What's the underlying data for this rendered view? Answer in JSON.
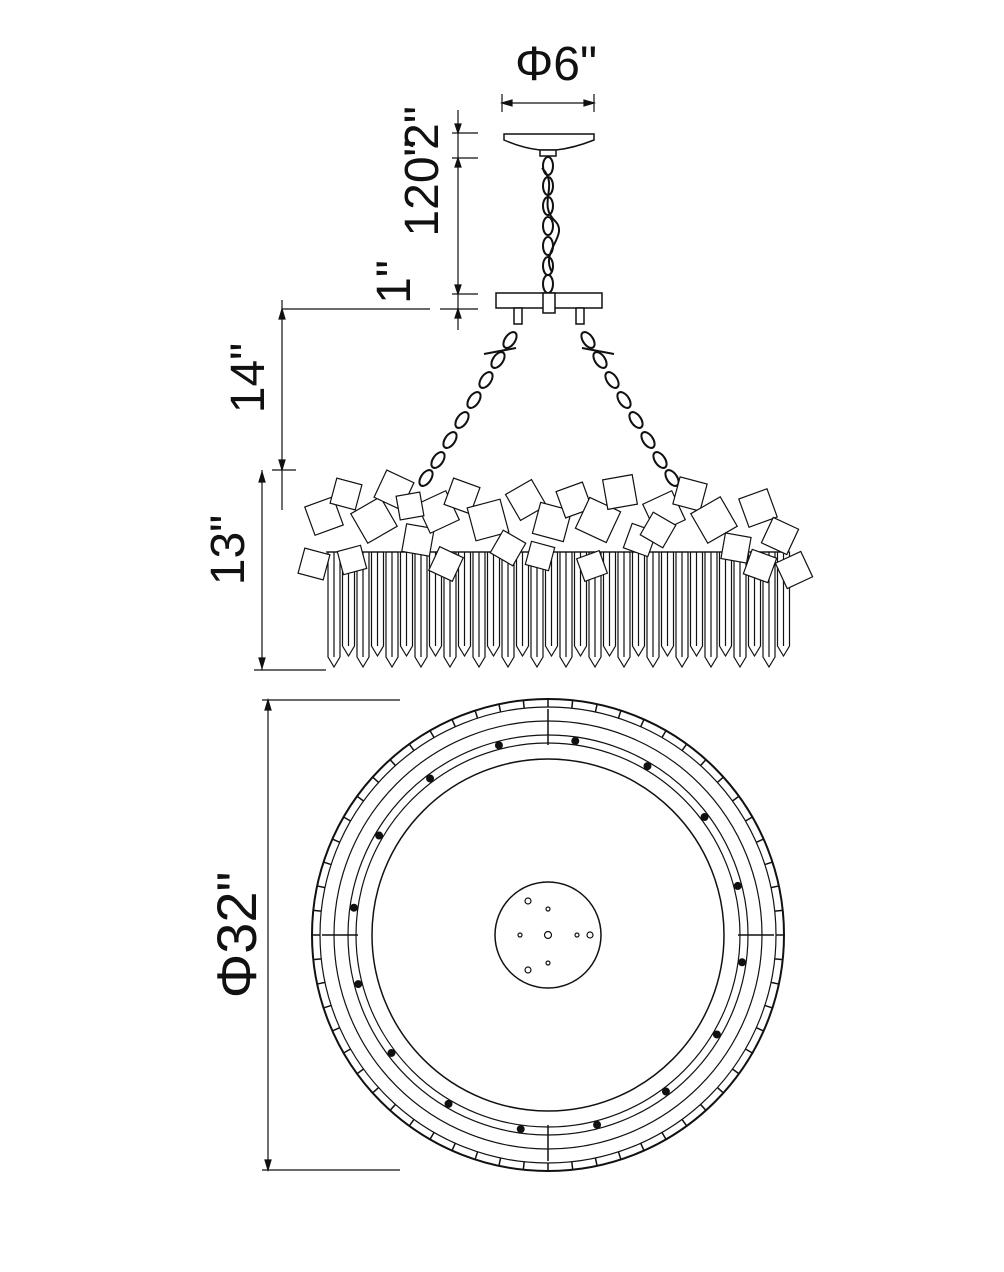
{
  "dimensions": {
    "canopy_diameter": "Φ6\"",
    "canopy_height": "2\"",
    "chain_length": "120\"",
    "plate_height": "1\"",
    "hanging_chain_height": "14\"",
    "body_height": "13\"",
    "overall_diameter": "Φ32\""
  },
  "colors": {
    "line": "#111111",
    "background": "#ffffff"
  }
}
